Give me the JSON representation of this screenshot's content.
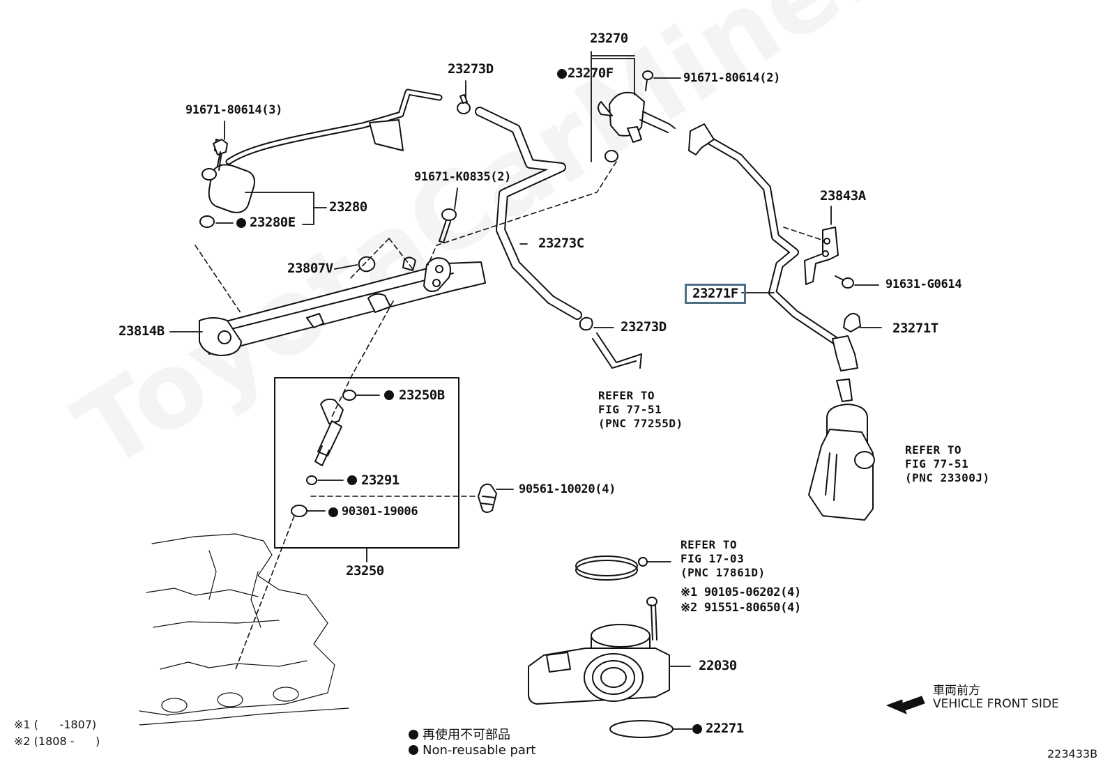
{
  "watermark": "ToyotaCarMine.ru",
  "diagram_id": "223433B",
  "callouts": {
    "p23270": "23270",
    "p23273D_top": "23273D",
    "p23270F": "23270F",
    "p91671_80614_2": "91671-80614(2)",
    "p91671_80614_3": "91671-80614(3)",
    "p91671_K0835": "91671-K0835(2)",
    "p23280": "23280",
    "p23280E": "23280E",
    "p23843A": "23843A",
    "p23807V": "23807V",
    "p23273C": "23273C",
    "p91631_G0614": "91631-G0614",
    "p23271F": "23271F",
    "p23814B": "23814B",
    "p23273D_bottom": "23273D",
    "p23271T": "23271T",
    "p23250B": "23250B",
    "p23291": "23291",
    "p90561": "90561-10020(4)",
    "p90301": "90301-19006",
    "p23250": "23250",
    "p22030": "22030",
    "p22271": "22271",
    "note1": "※1 90105-06202(4)",
    "note2": "※2 91551-80650(4)"
  },
  "refers": {
    "r1": "REFER TO\nFIG 77-51\n(PNC 77255D)",
    "r2": "REFER TO\nFIG 77-51\n(PNC 23300J)",
    "r3": "REFER TO\nFIG 17-03\n(PNC 17861D)"
  },
  "legend": {
    "reusable_jp": "再使用不可部品",
    "reusable_en": "Non-reusable part",
    "period1": "※1 (      -1807)",
    "period2": "※2 (1808 -      )",
    "front_jp": "車両前方",
    "front_en": "VEHICLE FRONT SIDE"
  }
}
